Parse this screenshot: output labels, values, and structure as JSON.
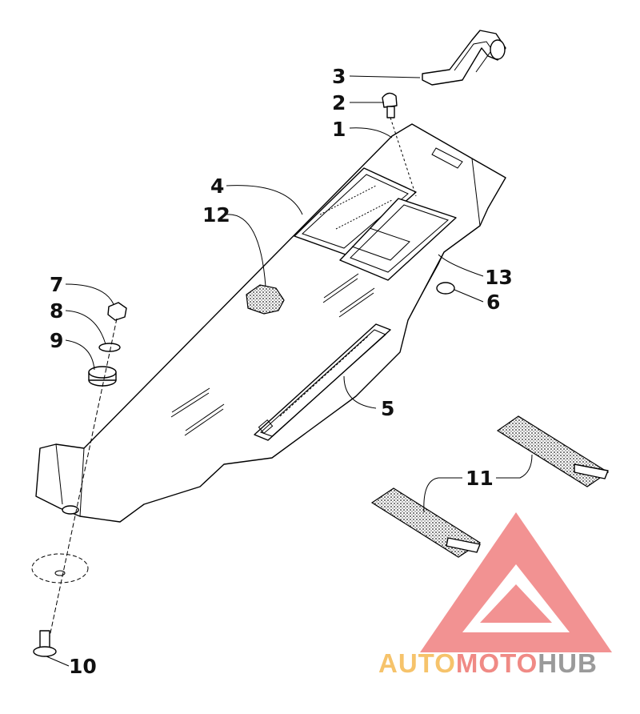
{
  "callouts": {
    "c1": "1",
    "c2": "2",
    "c3": "3",
    "c4": "4",
    "c5": "5",
    "c6": "6",
    "c7": "7",
    "c8": "8",
    "c9": "9",
    "c10": "10",
    "c11": "11",
    "c12": "12",
    "c13": "13"
  },
  "watermark": {
    "part_auto": "AUTO",
    "part_moto": "MOTO",
    "part_hub": "HUB",
    "color_auto": "#f6c36b",
    "color_moto": "#f08a85",
    "color_hub": "#9a9a9a",
    "triangle_color": "#f08080"
  }
}
